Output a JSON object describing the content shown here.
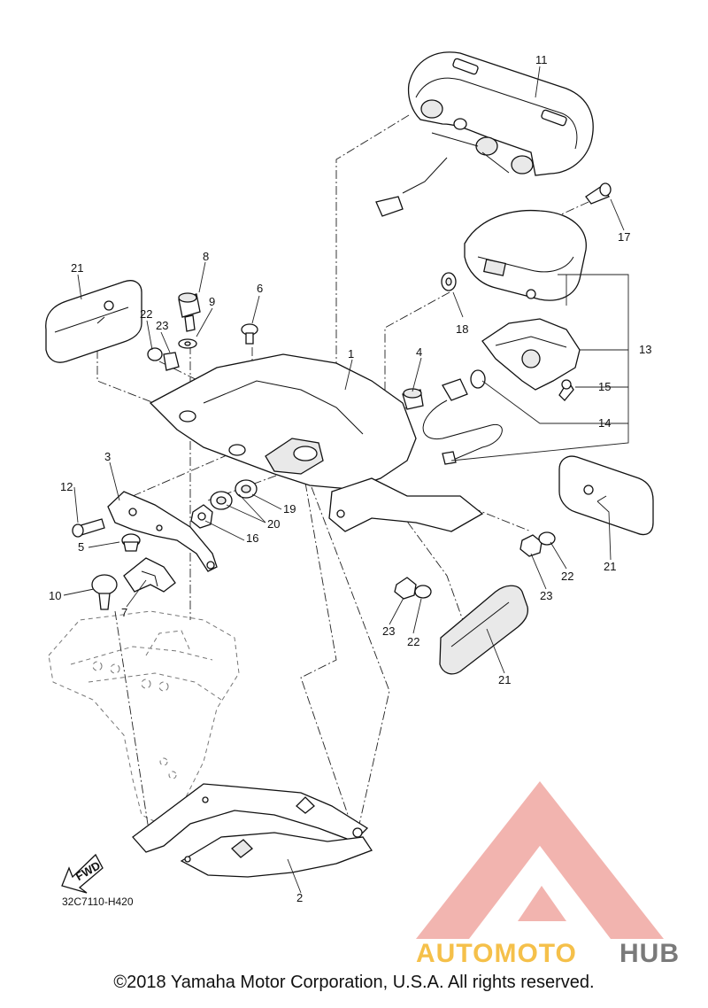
{
  "diagram": {
    "code": "32C7110-H420",
    "fwd_label": "FWD",
    "callouts": [
      {
        "n": "11"
      },
      {
        "n": "17"
      },
      {
        "n": "18"
      },
      {
        "n": "13"
      },
      {
        "n": "15"
      },
      {
        "n": "14"
      },
      {
        "n": "21"
      },
      {
        "n": "8"
      },
      {
        "n": "9"
      },
      {
        "n": "6"
      },
      {
        "n": "22"
      },
      {
        "n": "23"
      },
      {
        "n": "1"
      },
      {
        "n": "4"
      },
      {
        "n": "3"
      },
      {
        "n": "12"
      },
      {
        "n": "5"
      },
      {
        "n": "19"
      },
      {
        "n": "20"
      },
      {
        "n": "16"
      },
      {
        "n": "10"
      },
      {
        "n": "7"
      },
      {
        "n": "21"
      },
      {
        "n": "22"
      },
      {
        "n": "23"
      },
      {
        "n": "23"
      },
      {
        "n": "22"
      },
      {
        "n": "21"
      },
      {
        "n": "2"
      }
    ]
  },
  "watermark": {
    "text_left": "AUTOMOTO",
    "text_right": "HUB",
    "colors": {
      "logo": "#f0a8a2",
      "text_left": "#f5c04a",
      "text_right": "#7a7a7a"
    }
  },
  "footer": {
    "copyright": "©2018 Yamaha Motor Corporation, U.S.A. All rights reserved."
  }
}
